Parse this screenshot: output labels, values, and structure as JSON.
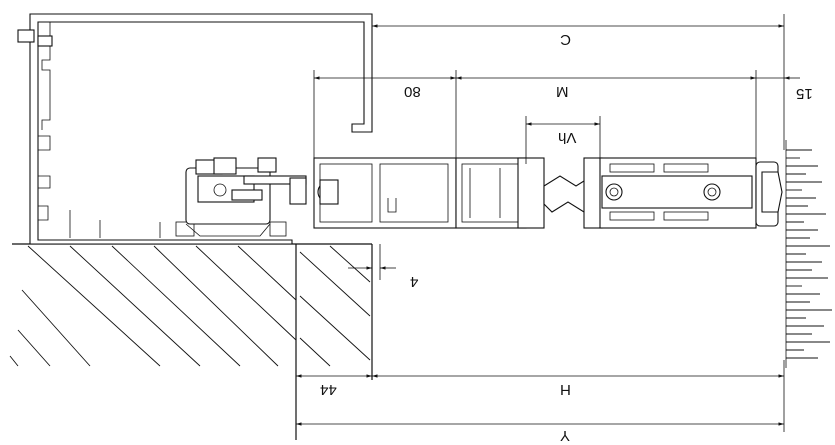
{
  "drawing": {
    "dimensions": {
      "c": "C",
      "d80": "80",
      "m": "M",
      "d15": "15",
      "vh": "Vh",
      "d4": "4",
      "d44": "44",
      "h": "H",
      "y": "Y"
    },
    "orientation": "rotated 180°"
  }
}
